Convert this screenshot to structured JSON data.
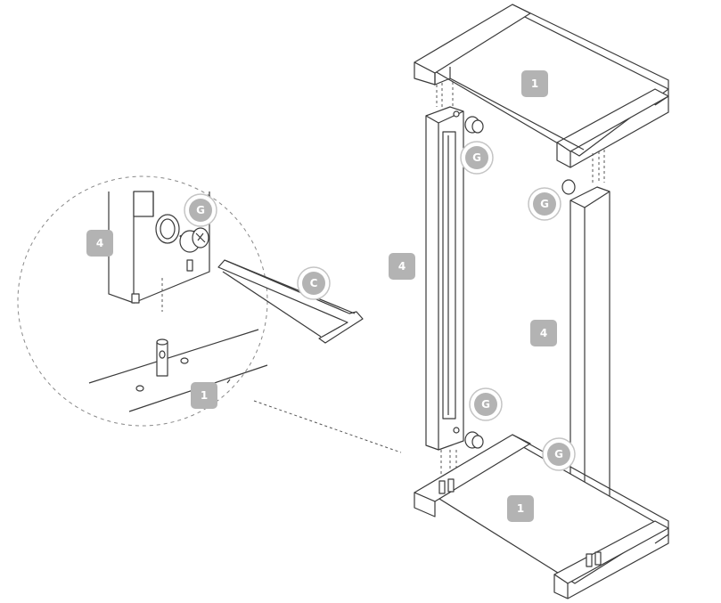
{
  "parts": {
    "top_frame": "1",
    "bottom_frame": "1",
    "left_panel": "4",
    "right_panel": "4",
    "detail_panel": "4",
    "detail_frame": "1",
    "left_panel_standalone": "4"
  },
  "hardware": {
    "connector": "G",
    "hex_key": "C"
  }
}
